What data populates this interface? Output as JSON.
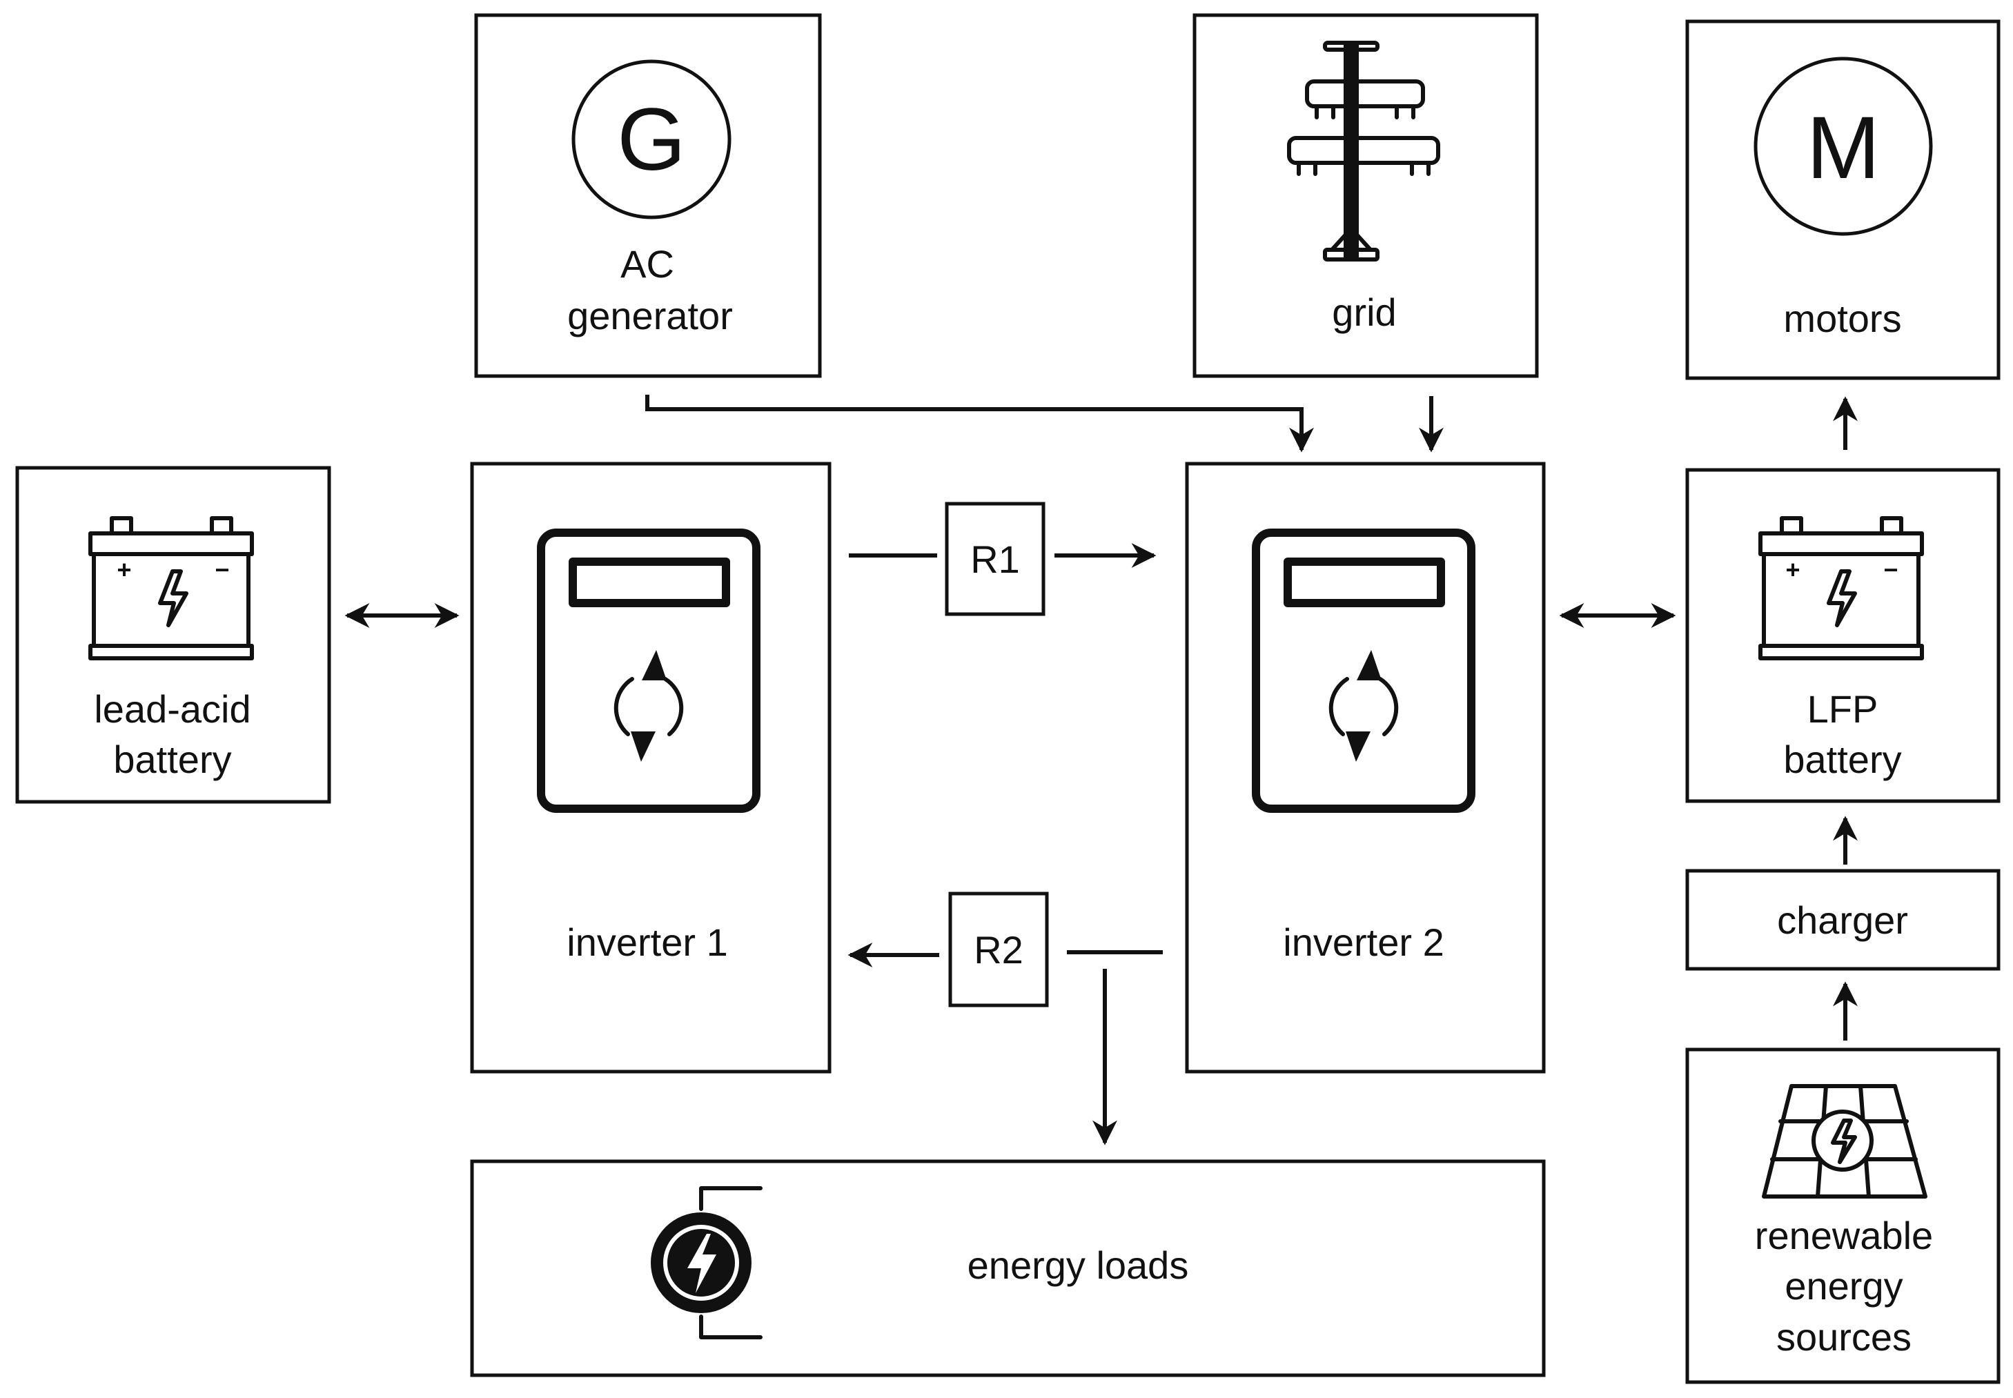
{
  "nodes": {
    "ac_generator": {
      "symbol": "G",
      "line1": "AC",
      "line2": "generator"
    },
    "grid": {
      "label": "grid"
    },
    "motors": {
      "symbol": "M",
      "label": "motors"
    },
    "lead_acid_battery": {
      "line1": "lead-acid",
      "line2": "battery",
      "plus": "+",
      "minus": "−"
    },
    "inverter_1": {
      "label": "inverter 1"
    },
    "inverter_2": {
      "label": "inverter 2"
    },
    "lfp_battery": {
      "line1": "LFP",
      "line2": "battery",
      "plus": "+",
      "minus": "−"
    },
    "charger": {
      "label": "charger"
    },
    "renewable": {
      "line1": "renewable",
      "line2": "energy",
      "line3": "sources"
    },
    "energy_loads": {
      "label": "energy loads"
    }
  },
  "relays": {
    "r1": "R1",
    "r2": "R2"
  },
  "icons": [
    "generator-icon",
    "utility-pole-icon",
    "motor-icon",
    "battery-icon",
    "inverter-icon",
    "solar-panel-icon",
    "power-plug-icon"
  ]
}
